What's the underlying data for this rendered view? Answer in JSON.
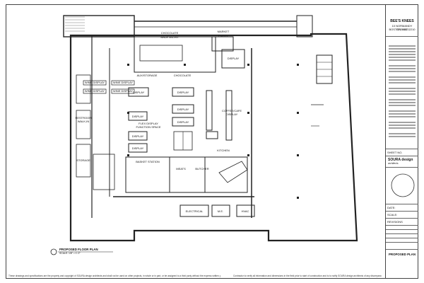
{
  "title_block": {
    "project_name": "BEE'S KNEES",
    "address_line1": "10 NORMANDY STREET",
    "address_line2": "BOSTON, MA 02210",
    "firm": "SOURA design",
    "firm_sub": "architects",
    "drawing_title": "PROPOSED PLAN",
    "label_a": "SHEET NO.",
    "label_b": "DATE:",
    "label_c": "SCALE:",
    "label_d": "REVISIONS"
  },
  "plan": {
    "caption": "PROPOSED FLOOR PLAN",
    "caption_scale": "SCALE: 1/8\" = 1'-0\"",
    "rooms": {
      "chocolate_entry": "CHOCOLATE\nSHOP\nENTRY",
      "market_entry": "MARKET\nENTRY",
      "display_top_right": "DISPLAY",
      "display_a": "DISPLAY",
      "display_b": "DISPLAY",
      "display_c": "DISPLAY",
      "display_d": "DISPLAY",
      "display_e": "DISPLAY",
      "display_f": "DISPLAY",
      "display_g": "DISPLAY",
      "flex": "FLEX DISPLAY\nFUNCTION SPACE",
      "chocolate": "CHOCOLATE",
      "aux_storage": "AUX/STORAGE",
      "wine_display": "WINE DISPLAY",
      "wine_display_2": "WINE DISPLAY",
      "wine_display_3": "WINE DISPLAY",
      "wine_display_4": "WINE DISPLAY",
      "restroom": "RESTROOM\nWALK-IN",
      "storage": "STORAGE",
      "basket": "BASKET STATION",
      "cafe_display": "COFFEE/CAFE\nDISPLAY",
      "meats": "MEATS",
      "butcher": "BUTCHER",
      "kitchen": "KITCHEN",
      "electrical": "ELECTRICAL",
      "mech": "M.E.",
      "hvac": "HVAC"
    }
  },
  "footer": {
    "left": "These drawings and specifications are the property and copyright of SOURA design architects and shall not be used on other projects, in whole or in part, or be assigned to a third party without the express written permission of SOURA design architects.",
    "right": "Contractor to verify all information and dimensions in the field prior to start of construction and is to notify SOURA design architects of any discrepancies."
  }
}
